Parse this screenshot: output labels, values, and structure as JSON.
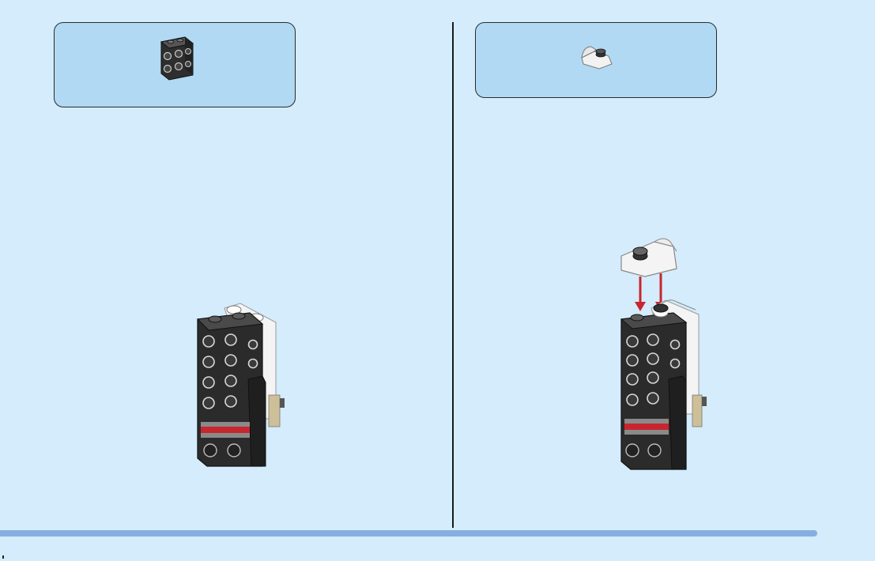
{
  "steps": [
    {
      "id": "step-left",
      "parts": [
        {
          "icon": "black-brick-with-side-studs-icon",
          "color": "#3a3a3a",
          "quantity": 1
        }
      ]
    },
    {
      "id": "step-right",
      "parts": [
        {
          "icon": "white-slope-plate-icon",
          "color": "#f2f2f2",
          "quantity": 1
        }
      ],
      "arrows": {
        "color": "#c8262e",
        "count": 2
      }
    }
  ],
  "colors": {
    "background": "#d4ecfb",
    "callout": "#b1d9f4",
    "bottom_bar": "#86aee0",
    "brick_black": "#3a3a3a",
    "brick_white": "#f4f4f4",
    "stripe_red": "#c8262e",
    "stripe_gray": "#8a8a8a",
    "tan": "#cdbf98"
  }
}
